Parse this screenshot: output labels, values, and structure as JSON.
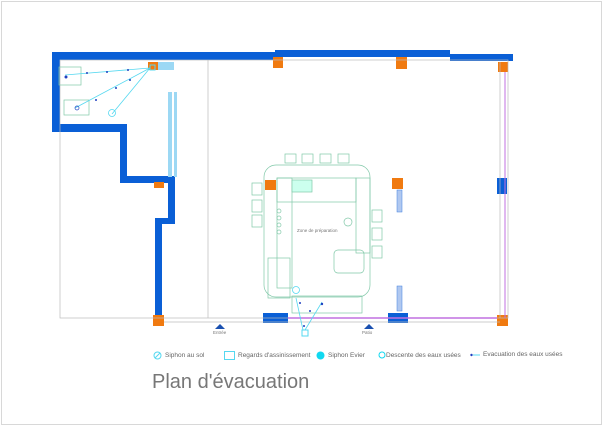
{
  "title": "Plan d'évacuation",
  "room_label": "Zone de préparation",
  "door_labels": [
    "Entrée",
    "Patio"
  ],
  "legend": [
    {
      "icon": "floor-drain-icon",
      "label": "Siphon au sol"
    },
    {
      "icon": "manhole-icon",
      "label": "Regards d'assinissement"
    },
    {
      "icon": "sink-drain-icon",
      "label": "Siphon Evier"
    },
    {
      "icon": "downpipe-icon",
      "label": "Descente des eaux usées"
    },
    {
      "icon": "drain-line-icon",
      "label": "Evacuation des eaux usées"
    }
  ],
  "colors": {
    "wall": "#0a5fd6",
    "column": "#f07a10",
    "drain": "#55d8f0",
    "pipe": "#2040c0",
    "furniture": "#80c8a8"
  }
}
